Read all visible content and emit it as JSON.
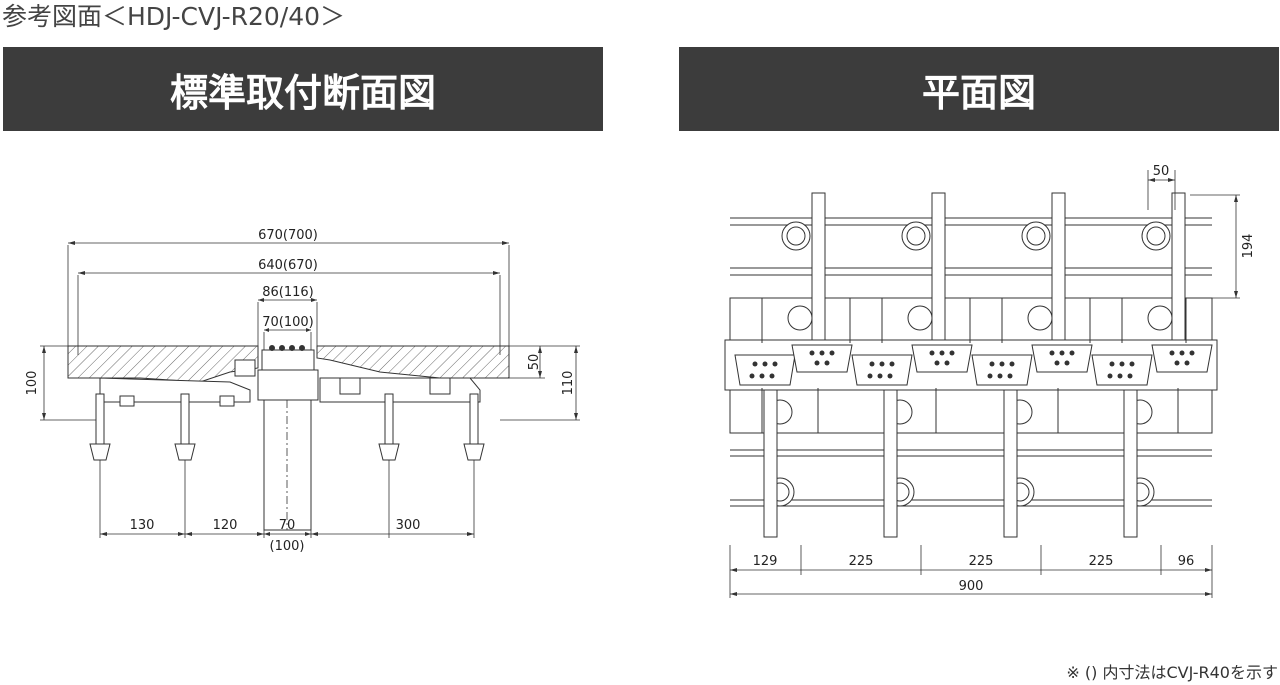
{
  "page_title": "参考図面＜HDJ-CVJ-R20/40＞",
  "panels": {
    "left_title": "標準取付断面図",
    "right_title": "平面図"
  },
  "section_drawing": {
    "dim_overall": "670(700)",
    "dim_inner": "640(670)",
    "dim_center_outer": "86(116)",
    "dim_center_inner": "70(100)",
    "dim_height_left": "100",
    "dim_height_right_small": "50",
    "dim_height_right": "110",
    "dim_bottom_1": "130",
    "dim_bottom_2": "120",
    "dim_bottom_3": "70",
    "dim_bottom_3_alt": "(100)",
    "dim_bottom_4": "300"
  },
  "plan_drawing": {
    "dim_top_gap": "50",
    "dim_side": "194",
    "dim_bottom_1": "129",
    "dim_bottom_2": "225",
    "dim_bottom_3": "225",
    "dim_bottom_4": "225",
    "dim_bottom_5": "96",
    "dim_total": "900"
  },
  "footnote": "※ () 内寸法はCVJ-R40を示す"
}
